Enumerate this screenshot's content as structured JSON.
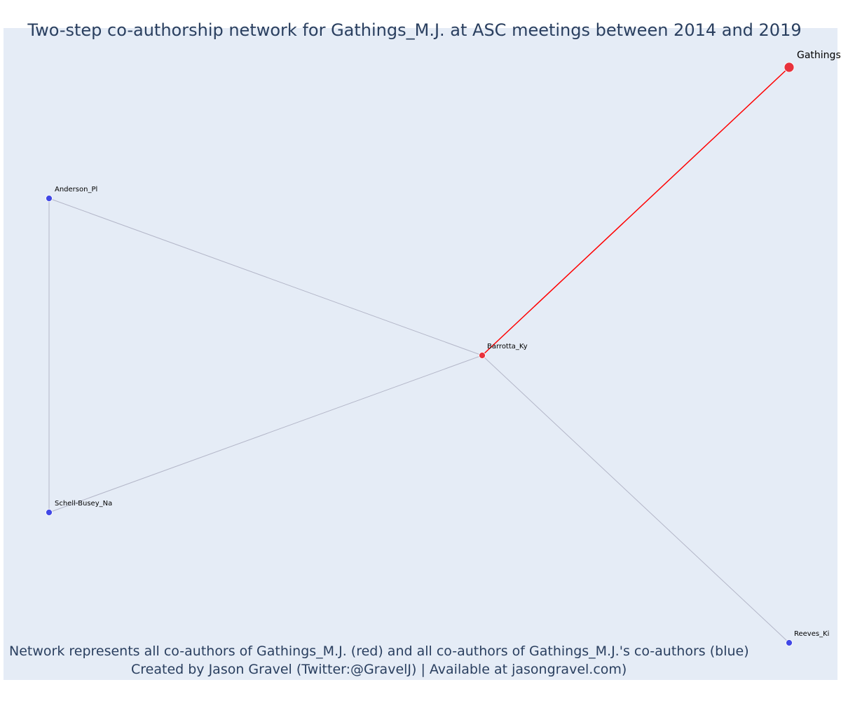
{
  "title": "Two-step co-authorship network for Gathings_M.J. at ASC meetings between 2014 and 2019",
  "caption_line1": "Network represents all co-authors of Gathings_M.J. (red) and all co-authors of Gathings_M.J.'s co-authors (blue)",
  "caption_line2": "Created by Jason Gravel (Twitter:@GravelJ) | Available at jasongravel.com)",
  "colors": {
    "background": "#e5ecf6",
    "ego": "#e8323c",
    "coauthor": "#e8323c",
    "second_step": "#4148e6",
    "ego_edge": "#ff0000",
    "edge": "#b3b6c8",
    "text": "#2a3f5f"
  },
  "nodes": [
    {
      "id": "Gathings_M.J.",
      "label": "Gathings",
      "group": "ego"
    },
    {
      "id": "Barrotta_Ky",
      "label": "Barrotta_Ky",
      "group": "coauthor"
    },
    {
      "id": "Anderson_Pl",
      "label": "Anderson_Pl",
      "group": "second_step"
    },
    {
      "id": "Schell-Busey_Na",
      "label": "Schell-Busey_Na",
      "group": "second_step"
    },
    {
      "id": "Reeves_Ki",
      "label": "Reeves_Ki",
      "group": "second_step"
    }
  ],
  "edges": [
    {
      "source": "Gathings_M.J.",
      "target": "Barrotta_Ky"
    },
    {
      "source": "Barrotta_Ky",
      "target": "Anderson_Pl"
    },
    {
      "source": "Barrotta_Ky",
      "target": "Schell-Busey_Na"
    },
    {
      "source": "Barrotta_Ky",
      "target": "Reeves_Ki"
    },
    {
      "source": "Anderson_Pl",
      "target": "Schell-Busey_Na"
    }
  ]
}
